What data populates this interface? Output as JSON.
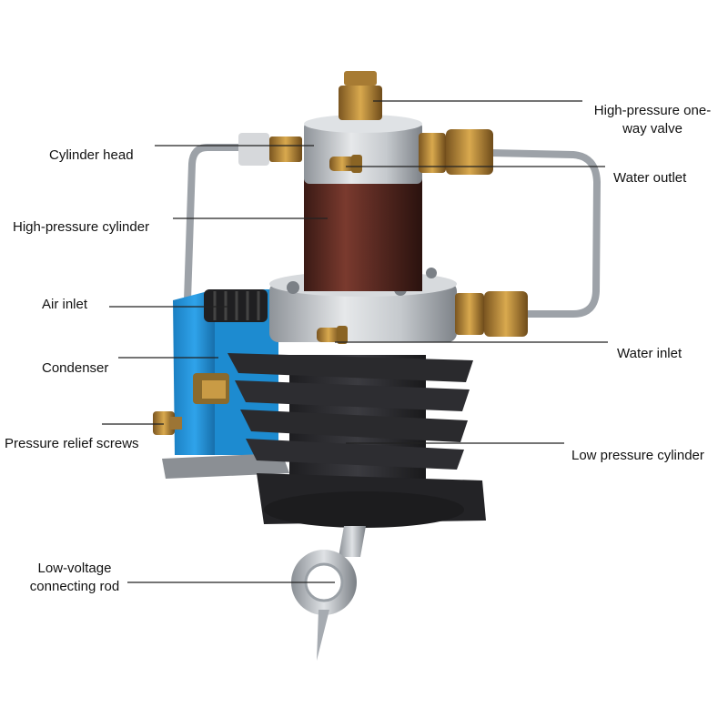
{
  "callouts": {
    "cylinder_head": "Cylinder head",
    "high_pressure_cylinder": "High-pressure cylinder",
    "air_inlet": "Air inlet",
    "condenser": "Condenser",
    "pressure_relief_screws": "Pressure relief screws",
    "low_voltage_connecting_rod_line1": "Low-voltage",
    "low_voltage_connecting_rod_line2": "connecting rod",
    "high_pressure_one_way_valve_line1": "High-pressure one-",
    "high_pressure_one_way_valve_line2": "way valve",
    "water_outlet": "Water outlet",
    "water_inlet": "Water inlet",
    "low_pressure_cylinder": "Low pressure cylinder"
  },
  "colors": {
    "leader_line": "#222222",
    "cylinder_body": "#5a2a22",
    "aluminum": "#c9ccd0",
    "brass": "#b8893a",
    "condenser_blue": "#1e8fd6",
    "cast_iron": "#2b2b2e",
    "steel_tube": "#a9adb2"
  }
}
